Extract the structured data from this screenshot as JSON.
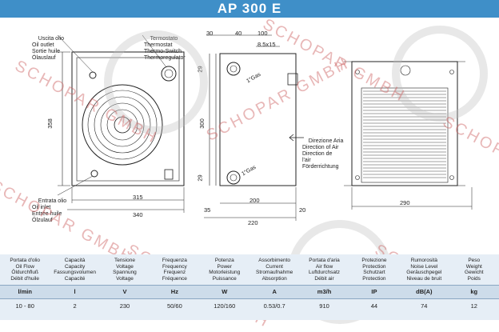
{
  "header": {
    "model": "AP 300 E"
  },
  "labels": {
    "oil_outlet": [
      "Uscita olio",
      "Oil outlet",
      "Sortie huile",
      "Ölauslauf"
    ],
    "thermostat": [
      "Termostato",
      "Thermostat",
      "Thermo-Switch",
      "Thermoregulator"
    ],
    "oil_inlet": [
      "Entrata olio",
      "Oil inlet",
      "Entrée huile",
      "Ölzulauf"
    ],
    "air_direction": [
      "Direzione Aria",
      "Direction of Air",
      "Direction de",
      "l'air",
      "Förderrichtung"
    ],
    "thread_top": "1\"Gas",
    "thread_bottom": "1\"Gas"
  },
  "dimensions": {
    "d30": "30",
    "d40": "40",
    "d100": "100",
    "slot": "8.5x15",
    "d358": "358",
    "d300": "300",
    "d29a": "29",
    "d29b": "29",
    "d315": "315",
    "d340": "340",
    "d35": "35",
    "d200": "200",
    "d220": "220",
    "d20": "20",
    "d290": "290"
  },
  "specs": {
    "columns": [
      {
        "lines": [
          "Portata d'olio",
          "Oil Flow",
          "Öldurchfluß",
          "Débit d'huile"
        ],
        "unit": "l/min",
        "value": "10 - 80"
      },
      {
        "lines": [
          "Capacità",
          "Capacity",
          "Fassungsvolumen",
          "Capacité"
        ],
        "unit": "l",
        "value": "2"
      },
      {
        "lines": [
          "Tensione",
          "Voltage",
          "Spannung",
          "Voltage"
        ],
        "unit": "V",
        "value": "230"
      },
      {
        "lines": [
          "Frequenza",
          "Frequency",
          "Frequenz",
          "Fréquence"
        ],
        "unit": "Hz",
        "value": "50/60"
      },
      {
        "lines": [
          "Potenza",
          "Power",
          "Motorleistung",
          "Puissance"
        ],
        "unit": "W",
        "value": "120/160"
      },
      {
        "lines": [
          "Assorbimento",
          "Current",
          "Stromaufnahme",
          "Absorption"
        ],
        "unit": "A",
        "value": "0.53/0.7"
      },
      {
        "lines": [
          "Portata d'aria",
          "Air flow",
          "Luftdurchsatz",
          "Débit air"
        ],
        "unit": "m3/h",
        "value": "910"
      },
      {
        "lines": [
          "Protezione",
          "Protection",
          "Schutzart",
          "Protection"
        ],
        "unit": "IP",
        "value": "44"
      },
      {
        "lines": [
          "Rumorosità",
          "Noise Level",
          "Geräuschpegel",
          "Niveau de bruit"
        ],
        "unit": "dB(A)",
        "value": "74"
      },
      {
        "lines": [
          "Peso",
          "Weight",
          "Gewicht",
          "Poids"
        ],
        "unit": "kg",
        "value": "12"
      }
    ]
  },
  "watermark": {
    "text": "SCHOPAR GMBH"
  },
  "colors": {
    "header": "#3f8fc8",
    "table_bg": "#e6eef6",
    "units_bg": "#cddcea",
    "watermark": "#cd5f5f"
  }
}
